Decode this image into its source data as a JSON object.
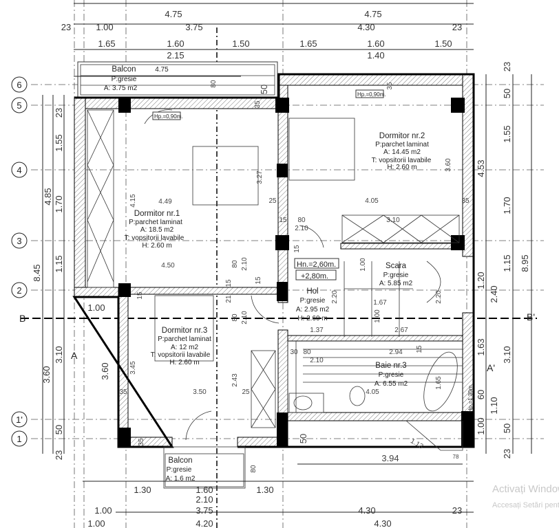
{
  "top_dims": {
    "row1": [
      "4.75",
      "4.75"
    ],
    "row2": [
      "23",
      "1.00",
      "3.75",
      "4.30",
      "23"
    ],
    "row3": [
      "1.65",
      "1.60",
      "1.50",
      "1.65",
      "1.60",
      "1.50"
    ],
    "row3_sub": [
      "2.15",
      "1.40"
    ]
  },
  "bottom_dims": {
    "row1": [
      "1.30",
      "1.60",
      "1.30"
    ],
    "row1_sub": "2.10",
    "row2": [
      "1.00",
      "3.75",
      "4.30",
      "23"
    ],
    "row3": [
      "1.00",
      "4.20",
      "4.30"
    ]
  },
  "axes": [
    "6",
    "5",
    "4",
    "3",
    "2",
    "1'",
    "1"
  ],
  "left_dims": {
    "inner": [
      "23",
      "1.55",
      "1.70",
      "1.15",
      "3.10",
      "50",
      "23"
    ],
    "outer": [
      "4.85",
      "8.45",
      "3.60"
    ],
    "extra": [
      "1.00",
      "3.60"
    ]
  },
  "right_dims": {
    "col1": [
      "4.53",
      "1.20",
      "1.63",
      "60",
      "1.00"
    ],
    "col2": [
      "2.40",
      "1.10"
    ],
    "col3": [
      "23",
      "50",
      "1.55",
      "1.70",
      "1.15",
      "3.10",
      "50",
      "23"
    ],
    "col4": "8.95"
  },
  "sections": {
    "b_left": "B",
    "b_right": "B'",
    "a_left": "A",
    "a_right": "A'"
  },
  "rooms": {
    "balcon_top": {
      "name": "Balcon",
      "floor": "P:gresie",
      "area": "A: 3.75 m2",
      "dim": "4.75"
    },
    "dorm1": {
      "name": "Dormitor nr.1",
      "floor": "P:parchet laminat",
      "area": "A: 18.5 m2",
      "finish": "T:   vopsitorii    lavabile",
      "height": "H: 2.60 m"
    },
    "dorm2": {
      "name": "Dormitor nr.2",
      "floor": "P:parchet laminat",
      "area": "A: 14.45 m2",
      "finish": "T:   vopsitorii    lavabile",
      "height": "H: 2.60 m"
    },
    "dorm3": {
      "name": "Dormitor nr.3",
      "floor": "P:parchet laminat",
      "area": "A: 12 m2",
      "finish": "T:   vopsitorii    lavabile",
      "height": "H: 2.60 m"
    },
    "hol": {
      "name": "Hol",
      "floor": "P:gresie",
      "area": "A: 2.95 m2",
      "height": "H: 2.60 m"
    },
    "scara": {
      "name": "Scara",
      "floor": "P:gresie",
      "area": "A: 5.85 m2"
    },
    "baie": {
      "name": "Baie nr.3",
      "floor": "P:gresie",
      "area": "A: 6.55 m2"
    },
    "balcon_bot": {
      "name": "Balcon",
      "floor": "P:gresie",
      "area": "A: 1.6 m2"
    }
  },
  "tags": {
    "hn": "Hn.=2,60m.",
    "level": "+2,80m.",
    "hp1": "Hp.=0,90m.",
    "hp2": "Hp.=0,90m.",
    "hp3": "Hp.=1,30m."
  },
  "interior_dims": [
    "4.15",
    "4.49",
    "3.27",
    "25",
    "4.05",
    "35",
    "15",
    "80",
    "2.10",
    "3.10",
    "3.60",
    "4.50",
    "15",
    "15",
    "80",
    "2.10",
    "1.00",
    "2.20",
    "1.67",
    "2.20",
    "1.00",
    "1.37",
    "2.67",
    "30",
    "80",
    "2.10",
    "2.94",
    "15",
    "1.65",
    "4.05",
    "3.45",
    "35",
    "3.50",
    "2.43",
    "25",
    "35",
    "50",
    "80",
    "1.13",
    "3.94",
    "78",
    "35",
    "80",
    "50",
    "15",
    "21",
    "80",
    "2.10",
    "35",
    "15"
  ],
  "watermark": {
    "title": "Activați Windows",
    "subtitle": "Accesați Setări pentru a activa Windows."
  }
}
